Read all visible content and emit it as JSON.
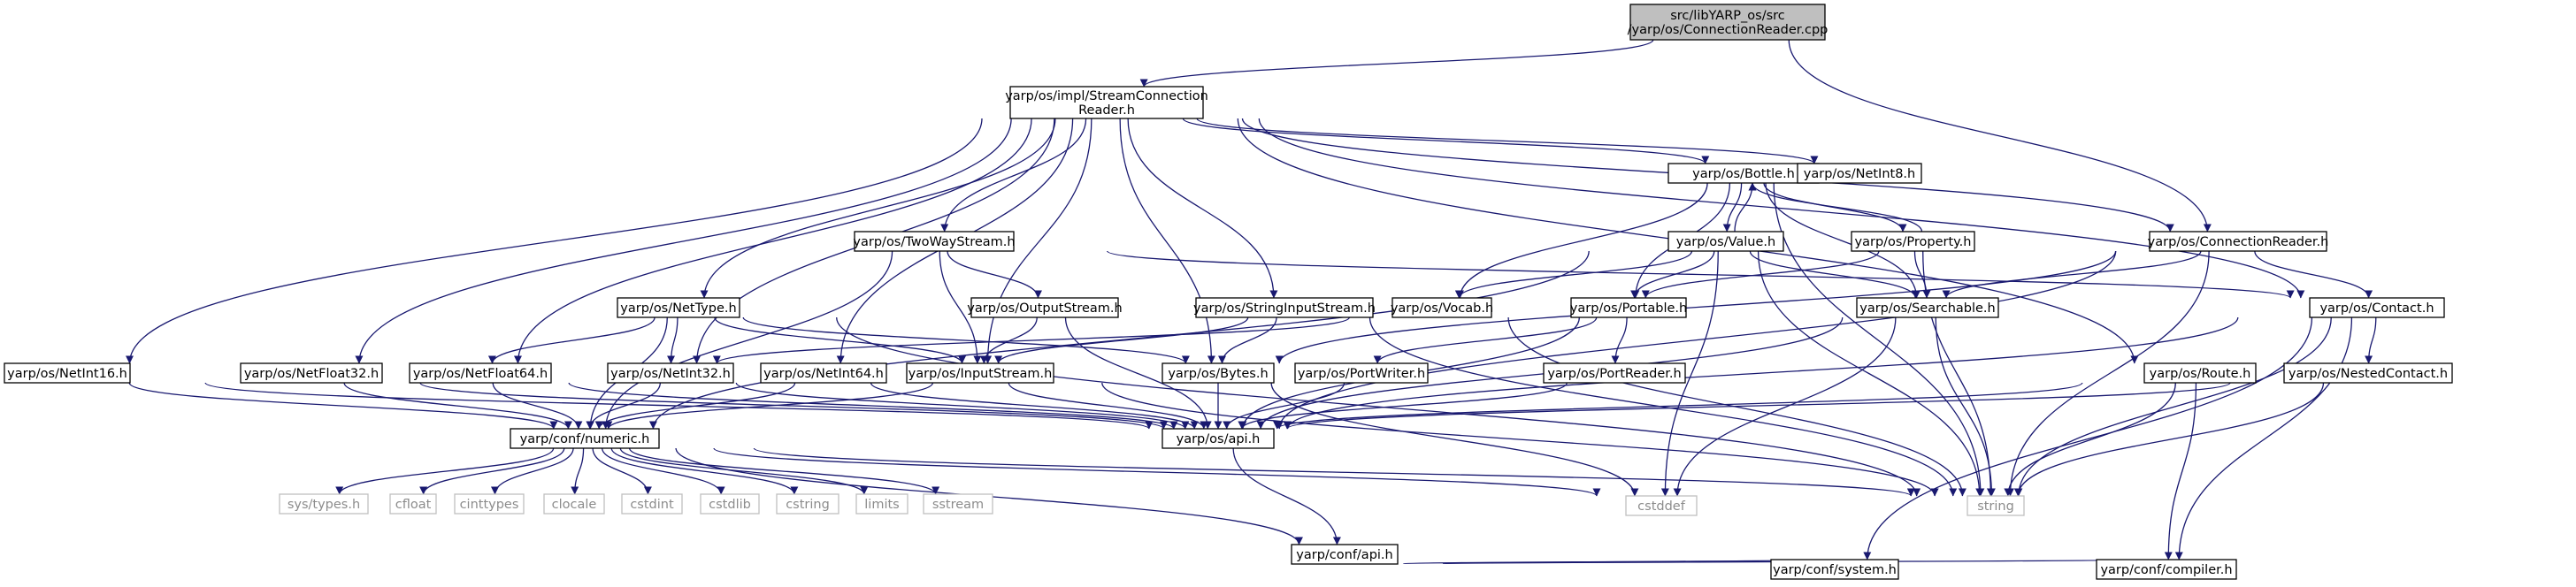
{
  "colors": {
    "edge": "#191970",
    "root_fill": "#bfbfbf",
    "node_border": "#000000",
    "system_border": "#bfbfbf",
    "system_text": "#8c8c8c",
    "text": "#000000"
  },
  "nodes": [
    {
      "id": "root",
      "lines": [
        "src/libYARP_os/src",
        "/yarp/os/ConnectionReader.cpp"
      ],
      "kind": "root"
    },
    {
      "id": "scr",
      "lines": [
        "yarp/os/impl/StreamConnection",
        "Reader.h"
      ],
      "kind": "header"
    },
    {
      "id": "bottle",
      "lines": [
        "yarp/os/Bottle.h"
      ],
      "kind": "header"
    },
    {
      "id": "netint8",
      "lines": [
        "yarp/os/NetInt8.h"
      ],
      "kind": "header"
    },
    {
      "id": "value",
      "lines": [
        "yarp/os/Value.h"
      ],
      "kind": "header"
    },
    {
      "id": "property",
      "lines": [
        "yarp/os/Property.h"
      ],
      "kind": "header"
    },
    {
      "id": "twoway",
      "lines": [
        "yarp/os/TwoWayStream.h"
      ],
      "kind": "header"
    },
    {
      "id": "connreader",
      "lines": [
        "yarp/os/ConnectionReader.h"
      ],
      "kind": "header"
    },
    {
      "id": "nettype",
      "lines": [
        "yarp/os/NetType.h"
      ],
      "kind": "header"
    },
    {
      "id": "outstream",
      "lines": [
        "yarp/os/OutputStream.h"
      ],
      "kind": "header"
    },
    {
      "id": "strinstream",
      "lines": [
        "yarp/os/StringInputStream.h"
      ],
      "kind": "header"
    },
    {
      "id": "vocab",
      "lines": [
        "yarp/os/Vocab.h"
      ],
      "kind": "header"
    },
    {
      "id": "portable",
      "lines": [
        "yarp/os/Portable.h"
      ],
      "kind": "header"
    },
    {
      "id": "searchable",
      "lines": [
        "yarp/os/Searchable.h"
      ],
      "kind": "header"
    },
    {
      "id": "contact",
      "lines": [
        "yarp/os/Contact.h"
      ],
      "kind": "header"
    },
    {
      "id": "netint16",
      "lines": [
        "yarp/os/NetInt16.h"
      ],
      "kind": "header"
    },
    {
      "id": "netfloat32",
      "lines": [
        "yarp/os/NetFloat32.h"
      ],
      "kind": "header"
    },
    {
      "id": "netfloat64",
      "lines": [
        "yarp/os/NetFloat64.h"
      ],
      "kind": "header"
    },
    {
      "id": "netint32",
      "lines": [
        "yarp/os/NetInt32.h"
      ],
      "kind": "header"
    },
    {
      "id": "netint64",
      "lines": [
        "yarp/os/NetInt64.h"
      ],
      "kind": "header"
    },
    {
      "id": "instream",
      "lines": [
        "yarp/os/InputStream.h"
      ],
      "kind": "header"
    },
    {
      "id": "bytes",
      "lines": [
        "yarp/os/Bytes.h"
      ],
      "kind": "header"
    },
    {
      "id": "portwriter",
      "lines": [
        "yarp/os/PortWriter.h"
      ],
      "kind": "header"
    },
    {
      "id": "portreader",
      "lines": [
        "yarp/os/PortReader.h"
      ],
      "kind": "header"
    },
    {
      "id": "route",
      "lines": [
        "yarp/os/Route.h"
      ],
      "kind": "header"
    },
    {
      "id": "nestedcontact",
      "lines": [
        "yarp/os/NestedContact.h"
      ],
      "kind": "header"
    },
    {
      "id": "numeric",
      "lines": [
        "yarp/conf/numeric.h"
      ],
      "kind": "header"
    },
    {
      "id": "api",
      "lines": [
        "yarp/os/api.h"
      ],
      "kind": "header"
    },
    {
      "id": "systypes",
      "lines": [
        "sys/types.h"
      ],
      "kind": "system"
    },
    {
      "id": "cfloat",
      "lines": [
        "cfloat"
      ],
      "kind": "system"
    },
    {
      "id": "cinttypes",
      "lines": [
        "cinttypes"
      ],
      "kind": "system"
    },
    {
      "id": "clocale",
      "lines": [
        "clocale"
      ],
      "kind": "system"
    },
    {
      "id": "cstdint",
      "lines": [
        "cstdint"
      ],
      "kind": "system"
    },
    {
      "id": "cstdlib",
      "lines": [
        "cstdlib"
      ],
      "kind": "system"
    },
    {
      "id": "cstring",
      "lines": [
        "cstring"
      ],
      "kind": "system"
    },
    {
      "id": "limits",
      "lines": [
        "limits"
      ],
      "kind": "system"
    },
    {
      "id": "sstream",
      "lines": [
        "sstream"
      ],
      "kind": "system"
    },
    {
      "id": "cstddef",
      "lines": [
        "cstddef"
      ],
      "kind": "system"
    },
    {
      "id": "string",
      "lines": [
        "string"
      ],
      "kind": "system"
    },
    {
      "id": "confapi",
      "lines": [
        "yarp/conf/api.h"
      ],
      "kind": "header"
    },
    {
      "id": "system",
      "lines": [
        "yarp/conf/system.h"
      ],
      "kind": "header"
    },
    {
      "id": "compiler",
      "lines": [
        "yarp/conf/compiler.h"
      ],
      "kind": "header"
    }
  ],
  "edges": [
    [
      "root",
      "scr"
    ],
    [
      "root",
      "connreader"
    ],
    [
      "scr",
      "bottle"
    ],
    [
      "scr",
      "netint8"
    ],
    [
      "scr",
      "twoway"
    ],
    [
      "scr",
      "connreader"
    ],
    [
      "scr",
      "nettype"
    ],
    [
      "scr",
      "strinstream"
    ],
    [
      "scr",
      "contact"
    ],
    [
      "scr",
      "netint16"
    ],
    [
      "scr",
      "netfloat32"
    ],
    [
      "scr",
      "netfloat64"
    ],
    [
      "scr",
      "netint32"
    ],
    [
      "scr",
      "netint64"
    ],
    [
      "scr",
      "instream"
    ],
    [
      "scr",
      "bytes"
    ],
    [
      "scr",
      "route"
    ],
    [
      "bottle",
      "value"
    ],
    [
      "bottle",
      "property"
    ],
    [
      "bottle",
      "vocab"
    ],
    [
      "bottle",
      "portable"
    ],
    [
      "bottle",
      "searchable"
    ],
    [
      "bottle",
      "string"
    ],
    [
      "value",
      "bottle"
    ],
    [
      "value",
      "vocab"
    ],
    [
      "value",
      "portable"
    ],
    [
      "value",
      "searchable"
    ],
    [
      "value",
      "numeric"
    ],
    [
      "value",
      "cstddef"
    ],
    [
      "value",
      "string"
    ],
    [
      "property",
      "bottle"
    ],
    [
      "property",
      "portable"
    ],
    [
      "property",
      "searchable"
    ],
    [
      "property",
      "string"
    ],
    [
      "twoway",
      "outstream"
    ],
    [
      "twoway",
      "instream"
    ],
    [
      "twoway",
      "contact"
    ],
    [
      "twoway",
      "numeric"
    ],
    [
      "connreader",
      "contact"
    ],
    [
      "connreader",
      "searchable"
    ],
    [
      "connreader",
      "bytes"
    ],
    [
      "connreader",
      "api"
    ],
    [
      "connreader",
      "string"
    ],
    [
      "nettype",
      "netint32"
    ],
    [
      "nettype",
      "netfloat64"
    ],
    [
      "nettype",
      "instream"
    ],
    [
      "nettype",
      "bytes"
    ],
    [
      "nettype",
      "numeric"
    ],
    [
      "nettype",
      "string"
    ],
    [
      "outstream",
      "instream"
    ],
    [
      "outstream",
      "api"
    ],
    [
      "strinstream",
      "instream"
    ],
    [
      "strinstream",
      "bytes"
    ],
    [
      "strinstream",
      "string"
    ],
    [
      "vocab",
      "netint32"
    ],
    [
      "vocab",
      "string"
    ],
    [
      "portable",
      "portwriter"
    ],
    [
      "portable",
      "portreader"
    ],
    [
      "portable",
      "api"
    ],
    [
      "searchable",
      "api"
    ],
    [
      "searchable",
      "cstddef"
    ],
    [
      "searchable",
      "string"
    ],
    [
      "contact",
      "nestedcontact"
    ],
    [
      "contact",
      "api"
    ],
    [
      "contact",
      "string"
    ],
    [
      "contact",
      "system"
    ],
    [
      "contact",
      "compiler"
    ],
    [
      "netint16",
      "numeric"
    ],
    [
      "netint16",
      "api"
    ],
    [
      "netfloat32",
      "numeric"
    ],
    [
      "netfloat32",
      "api"
    ],
    [
      "netfloat64",
      "numeric"
    ],
    [
      "netfloat64",
      "api"
    ],
    [
      "netint32",
      "numeric"
    ],
    [
      "netint32",
      "api"
    ],
    [
      "netint64",
      "numeric"
    ],
    [
      "netint64",
      "api"
    ],
    [
      "instream",
      "numeric"
    ],
    [
      "instream",
      "api"
    ],
    [
      "instream",
      "string"
    ],
    [
      "bytes",
      "api"
    ],
    [
      "bytes",
      "cstddef"
    ],
    [
      "portwriter",
      "api"
    ],
    [
      "portreader",
      "api"
    ],
    [
      "route",
      "api"
    ],
    [
      "route",
      "string"
    ],
    [
      "route",
      "compiler"
    ],
    [
      "nestedcontact",
      "api"
    ],
    [
      "nestedcontact",
      "string"
    ],
    [
      "numeric",
      "systypes"
    ],
    [
      "numeric",
      "cfloat"
    ],
    [
      "numeric",
      "cinttypes"
    ],
    [
      "numeric",
      "clocale"
    ],
    [
      "numeric",
      "cstdint"
    ],
    [
      "numeric",
      "cstdlib"
    ],
    [
      "numeric",
      "cstring"
    ],
    [
      "numeric",
      "limits"
    ],
    [
      "numeric",
      "sstream"
    ],
    [
      "numeric",
      "cstddef"
    ],
    [
      "numeric",
      "string"
    ],
    [
      "numeric",
      "confapi"
    ],
    [
      "api",
      "confapi"
    ],
    [
      "confapi",
      "system"
    ],
    [
      "confapi",
      "compiler"
    ]
  ]
}
